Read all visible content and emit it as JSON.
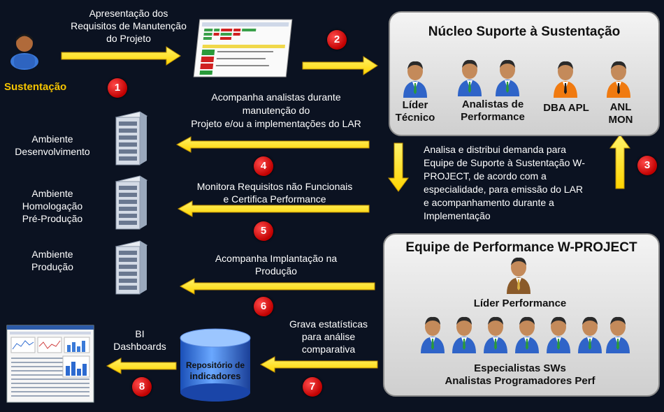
{
  "colors": {
    "background": "#0b1221",
    "arrow": "#ffe600",
    "badge": "#d40000",
    "label_yellow": "#f5c400"
  },
  "sustentacao": "Sustentação",
  "top_caption": [
    "Apresentação dos",
    "Requisitos de Manutenção",
    "do Projeto"
  ],
  "core_panel": {
    "title": "Núcleo Suporte à Sustentação",
    "roles": [
      {
        "lines": [
          "Líder",
          "Técnico"
        ]
      },
      {
        "lines": [
          "Analistas de",
          "Performance"
        ]
      },
      {
        "lines": [
          "DBA APL"
        ]
      },
      {
        "lines": [
          "ANL",
          "MON"
        ]
      }
    ]
  },
  "perf_panel": {
    "title": "Equipe de Performance W-PROJECT",
    "leader": "Líder Performance",
    "team": [
      "Especialistas SWs",
      "Analistas Programadores Perf"
    ]
  },
  "environments": [
    {
      "lines": [
        "Ambiente",
        "Desenvolvimento"
      ]
    },
    {
      "lines": [
        "Ambiente",
        "Homologação",
        "Pré-Produção"
      ]
    },
    {
      "lines": [
        "Ambiente",
        "Produção"
      ]
    }
  ],
  "captions": {
    "step4": [
      "Acompanha analistas durante",
      "manutenção do",
      "Projeto e/ou a implementações do LAR"
    ],
    "step5": [
      "Monitora Requisitos não Funcionais",
      "e Certifica Performance"
    ],
    "step6": [
      "Acompanha Implantação na",
      "Produção"
    ],
    "step7": [
      "Grava estatísticas",
      "para análise",
      "comparativa"
    ],
    "bi": [
      "BI",
      "Dashboards"
    ],
    "analysis": [
      "Analisa e distribui demanda para",
      "Equipe de Suporte à Sustentação W-",
      "PROJECT, de acordo com a",
      "especialidade, para  emissão do LAR",
      "e acompanhamento durante a",
      "Implementação"
    ]
  },
  "repository": [
    "Repositório de",
    "indicadores"
  ],
  "badges": [
    "1",
    "2",
    "3",
    "4",
    "5",
    "6",
    "7",
    "8"
  ]
}
